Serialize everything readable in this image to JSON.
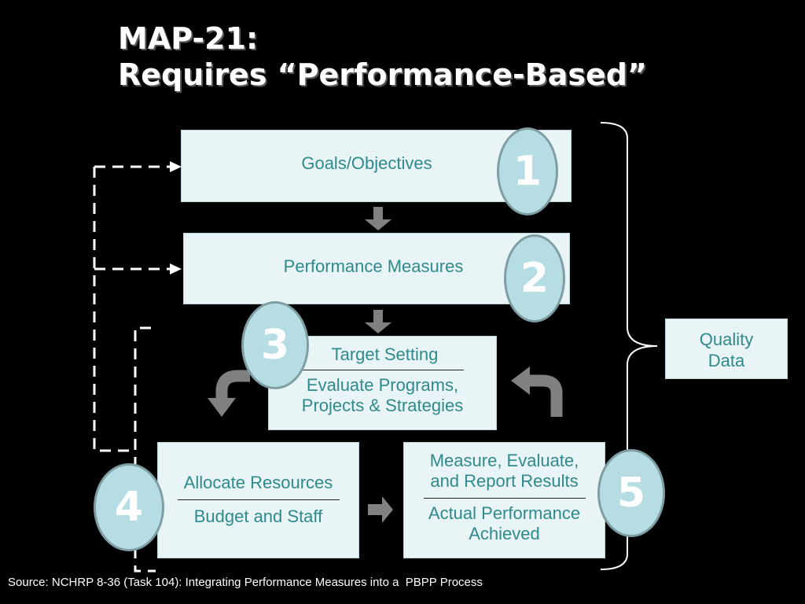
{
  "title": {
    "line1": "MAP-21:",
    "line2": "Requires “Performance-Based”"
  },
  "boxes": {
    "goals": "Goals/Objectives",
    "measures": "Performance Measures",
    "target_top": "Target Setting",
    "target_bottom_1": "Evaluate Programs,",
    "target_bottom_2": "Projects & Strategies",
    "allocate_top": "Allocate Resources",
    "allocate_bottom": "Budget and Staff",
    "report_top_1": "Measure, Evaluate,",
    "report_top_2": "and Report Results",
    "report_bottom_1": "Actual Performance",
    "report_bottom_2": "Achieved",
    "quality_1": "Quality",
    "quality_2": "Data"
  },
  "steps": [
    "1",
    "2",
    "3",
    "4",
    "5"
  ],
  "source": "Source: NCHRP 8-36 (Task 104): Integrating Performance Measures into a  PBPP Process",
  "colors": {
    "box_fill": "#e8f4f6",
    "box_text": "#2e8a8c",
    "circle_fill": "#b7dde4",
    "arrow_gray": "#808080"
  }
}
